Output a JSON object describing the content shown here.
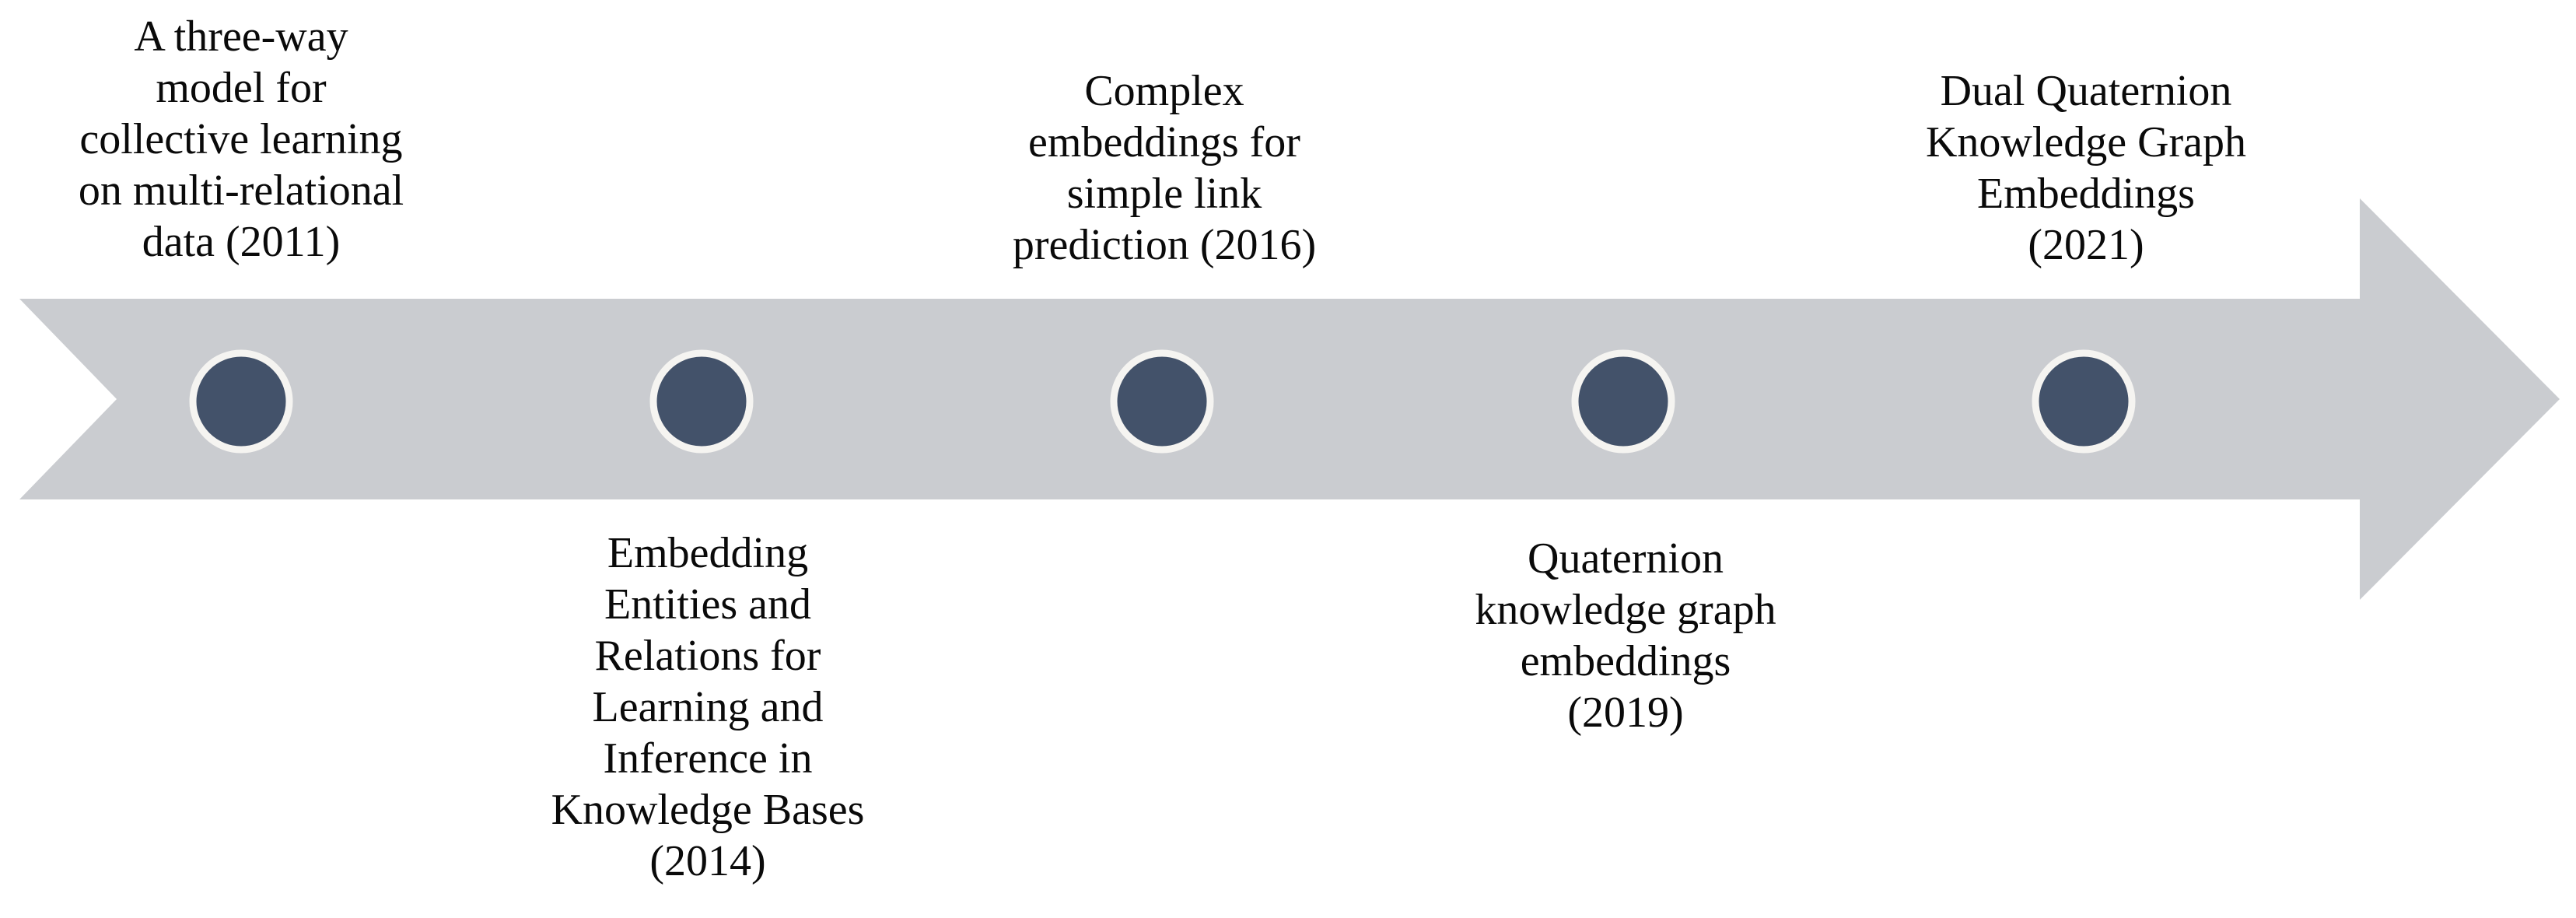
{
  "colors": {
    "background": "#FFFFFF",
    "arrow": "#CACCD0",
    "dot": "#43526A",
    "dot_ring": "#F5F4F1",
    "text": "#0A0A0A"
  },
  "timeline": {
    "direction": "left-to-right",
    "milestones": [
      {
        "year": "2011",
        "label_position": "above",
        "lines": [
          "A three-way",
          "model for",
          "collective learning",
          "on multi-relational",
          "data (2011)"
        ]
      },
      {
        "year": "2014",
        "label_position": "below",
        "lines": [
          "Embedding",
          "Entities and",
          "Relations for",
          "Learning and",
          "Inference in",
          "Knowledge Bases",
          "(2014)"
        ]
      },
      {
        "year": "2016",
        "label_position": "above",
        "lines": [
          "Complex",
          "embeddings for",
          "simple link",
          "prediction (2016)"
        ]
      },
      {
        "year": "2019",
        "label_position": "below",
        "lines": [
          "Quaternion",
          "knowledge graph",
          "embeddings",
          "(2019)"
        ]
      },
      {
        "year": "2021",
        "label_position": "above",
        "lines": [
          "Dual Quaternion",
          "Knowledge Graph",
          "Embeddings",
          "(2021)"
        ]
      }
    ]
  }
}
